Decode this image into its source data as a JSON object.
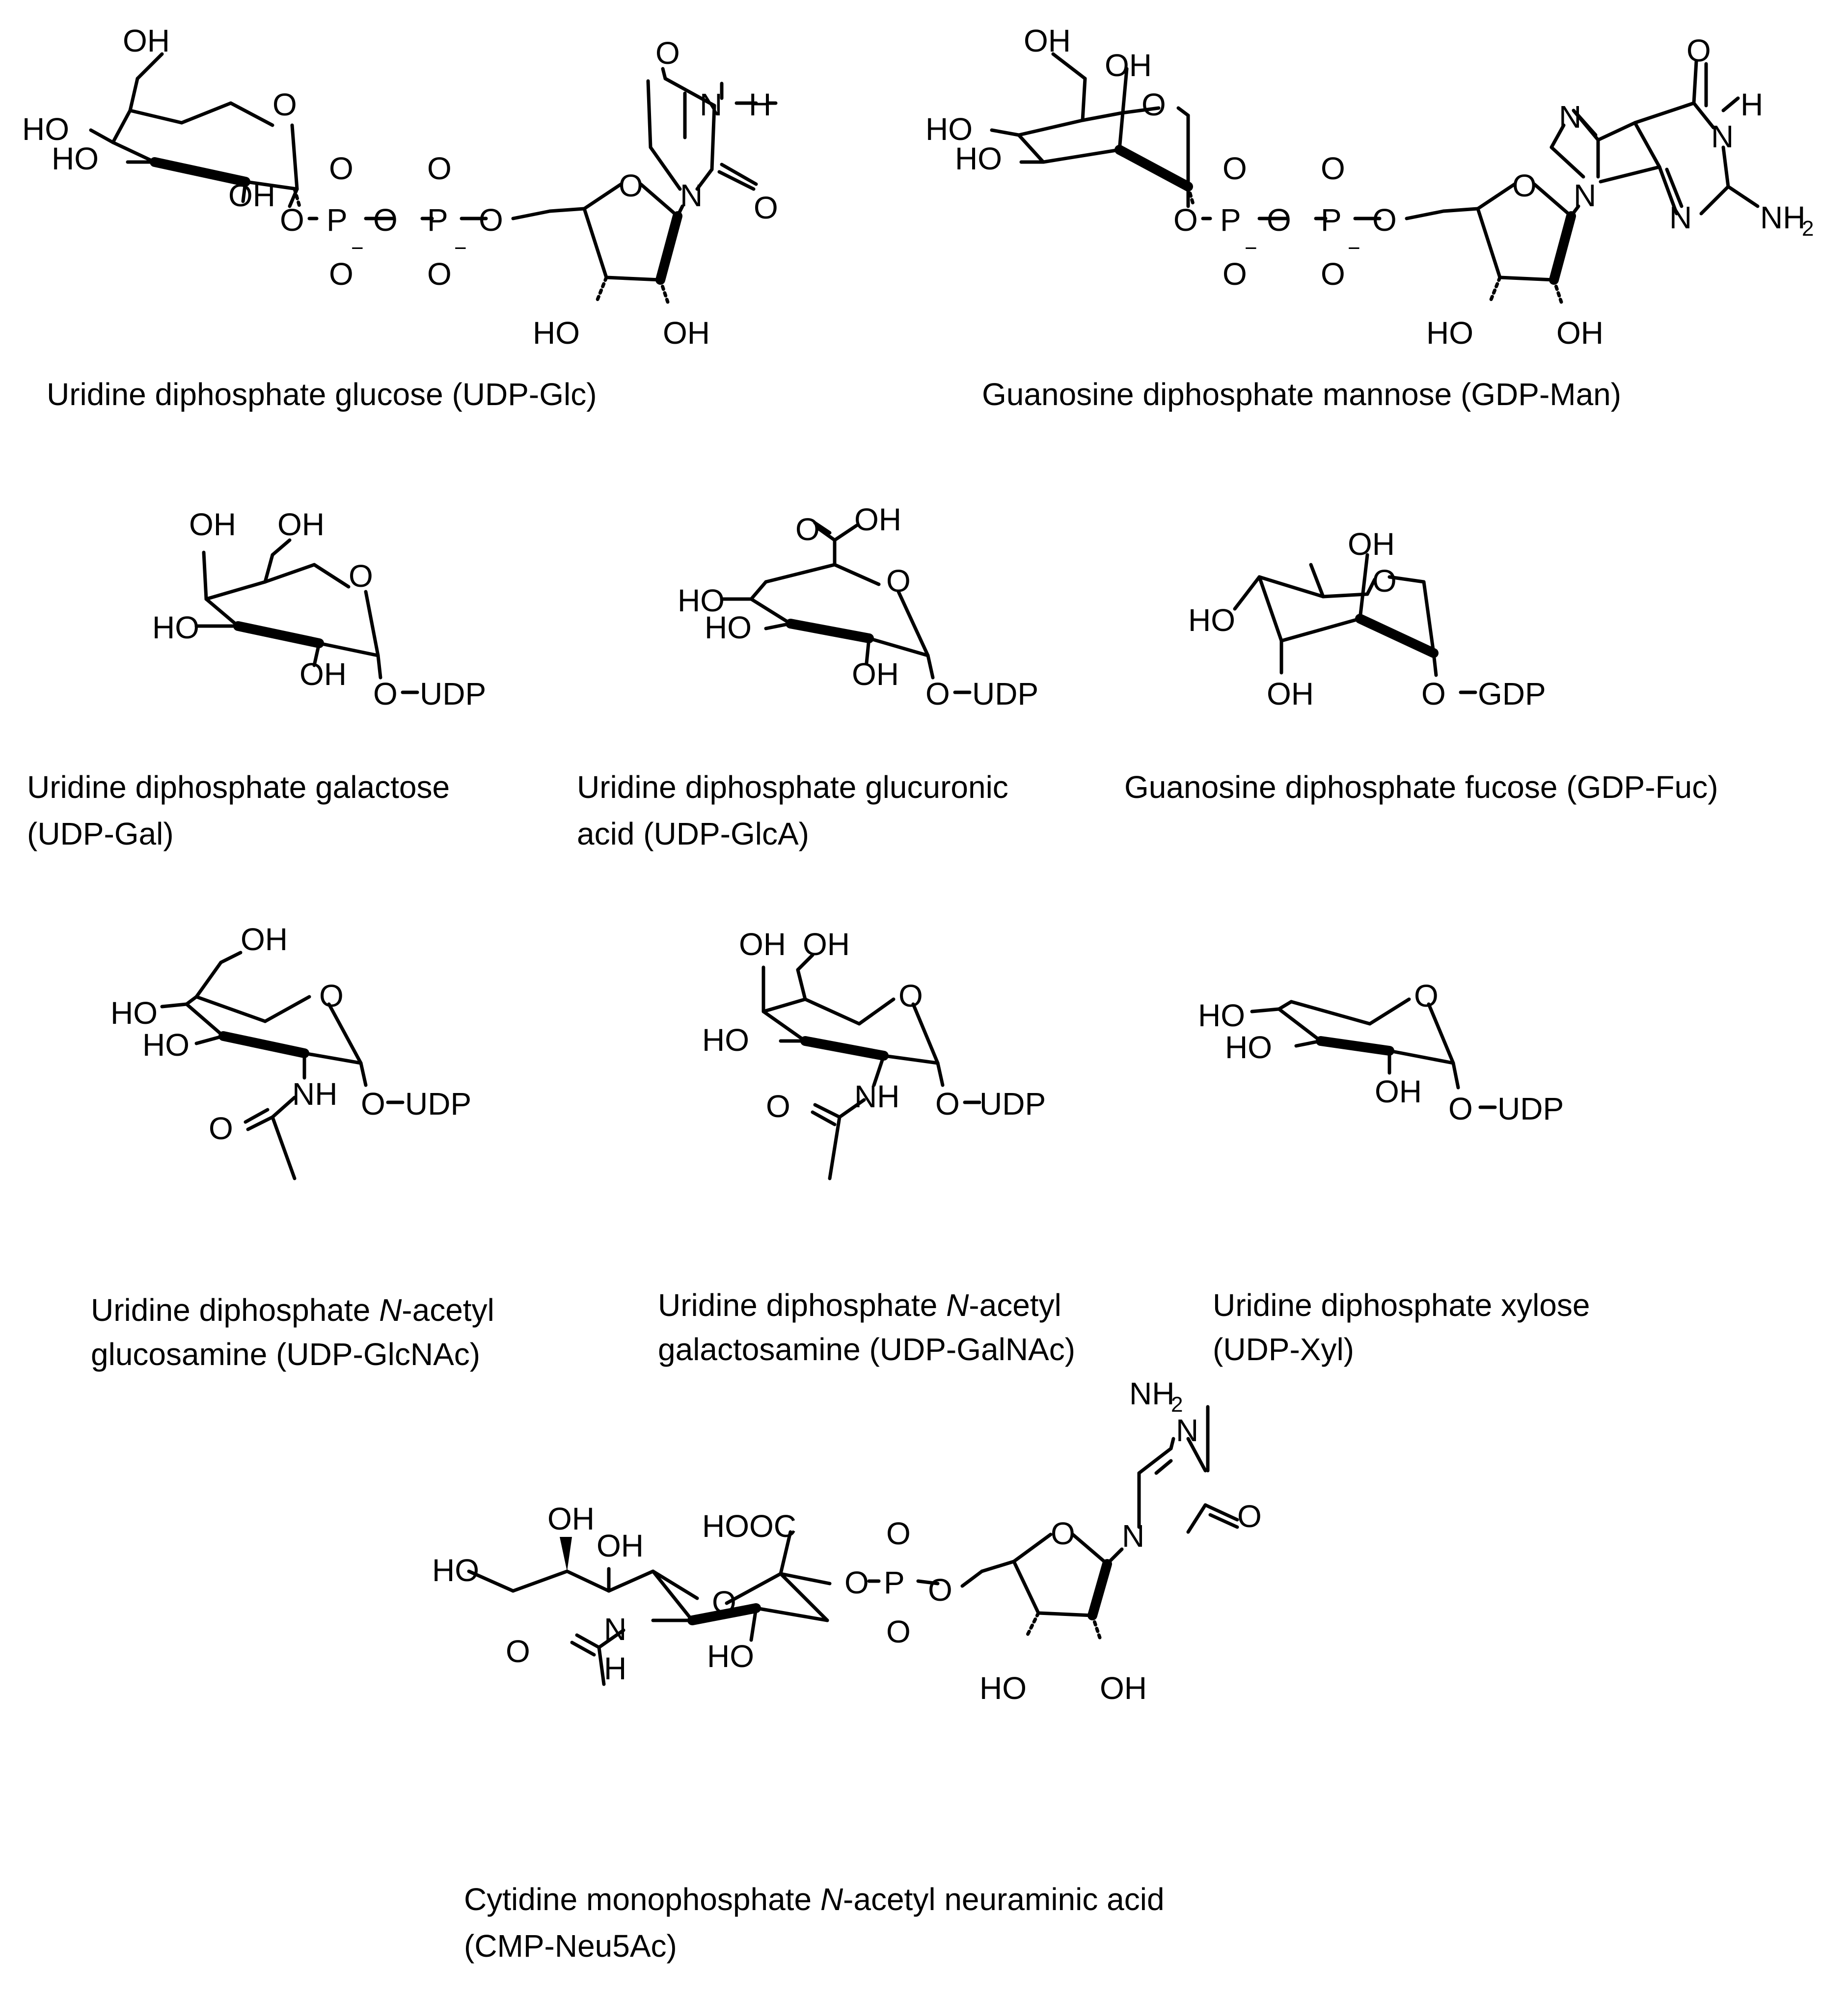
{
  "structures": [
    {
      "key": "udp_glc",
      "caption_lines": [
        "Uridine diphosphate glucose (UDP-Glc)"
      ]
    },
    {
      "key": "gdp_man",
      "caption_lines": [
        "Guanosine diphosphate mannose (GDP-Man)"
      ]
    },
    {
      "key": "udp_gal",
      "caption_lines": [
        "Uridine diphosphate galactose",
        "(UDP-Gal)"
      ]
    },
    {
      "key": "udp_glca",
      "caption_lines": [
        "Uridine diphosphate glucuronic",
        "acid (UDP-GlcA)"
      ]
    },
    {
      "key": "gdp_fuc",
      "caption_lines": [
        "Guanosine diphosphate fucose (GDP-Fuc)"
      ]
    },
    {
      "key": "udp_glcnac",
      "caption_lines": [
        "Uridine diphosphate N-acetyl",
        "glucosamine (UDP-GlcNAc)"
      ]
    },
    {
      "key": "udp_galnac",
      "caption_lines": [
        "Uridine diphosphate N-acetyl",
        "galactosamine (UDP-GalNAc)"
      ]
    },
    {
      "key": "udp_xyl",
      "caption_lines": [
        "Uridine diphosphate xylose",
        "(UDP-Xyl)"
      ]
    },
    {
      "key": "cmp_neu5ac",
      "caption_lines": [
        "Cytidine monophosphate N-acetyl neuraminic acid",
        "(CMP-Neu5Ac)"
      ]
    }
  ],
  "atom_labels": {
    "OH": "OH",
    "HO": "HO",
    "O": "O",
    "P": "P",
    "N": "N",
    "H": "H",
    "NH": "NH",
    "NH2": "NH",
    "sub2": "2",
    "UDP": "UDP",
    "GDP": "GDP",
    "HOOC": "HOOC",
    "minus": "−"
  }
}
